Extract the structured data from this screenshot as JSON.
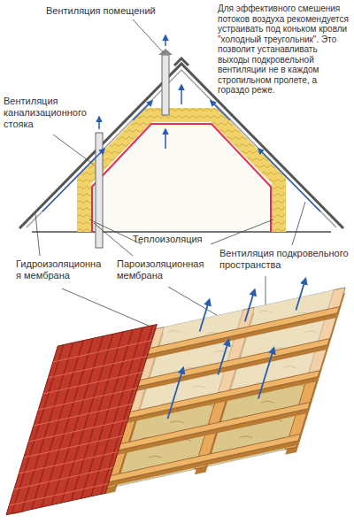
{
  "diagram": {
    "labels": [
      "Вентиляция помещений",
      "Для эффективного смешения потоков воздуха рекомендуется устраивать под коньком кровли \"холодный треугольник\". Это позволит устанавливать выходы подкровельной вентиляции не в каждом стропильном пролете, а гораздо реже.",
      "Вентиляция канализационного стояка",
      "Теплоизоляция",
      "Гидроизоляционная мембрана",
      "Пароизоляционная мембрана",
      "Вентиляция подкровельного пространства"
    ]
  }
}
